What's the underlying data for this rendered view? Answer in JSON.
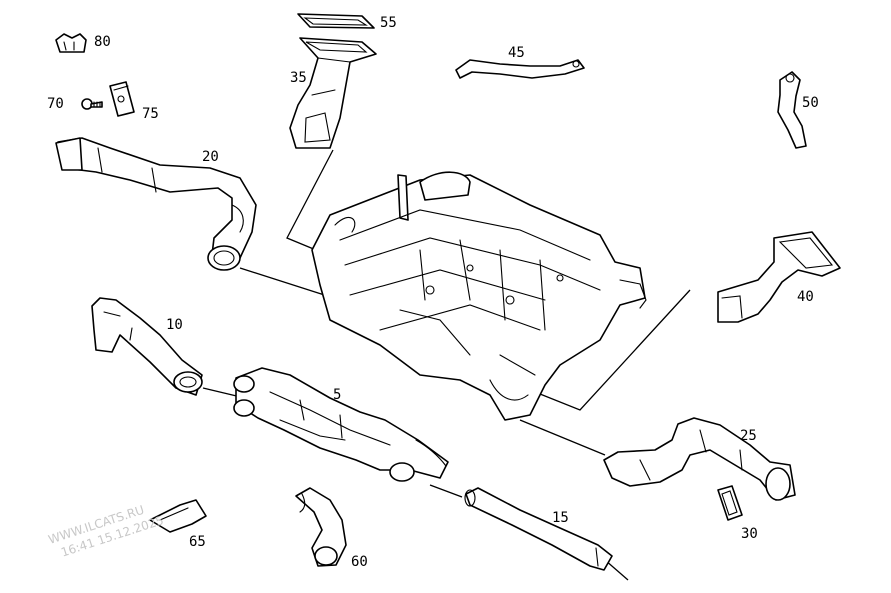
{
  "diagram": {
    "title": "Exploded parts diagram - air intake ducts and housing",
    "colors": {
      "line": "#000000",
      "background": "#ffffff",
      "watermark": "#c8c8c8"
    },
    "callouts": [
      {
        "id": "p5",
        "label": "5"
      },
      {
        "id": "p10",
        "label": "10"
      },
      {
        "id": "p15",
        "label": "15"
      },
      {
        "id": "p20",
        "label": "20"
      },
      {
        "id": "p25",
        "label": "25"
      },
      {
        "id": "p30",
        "label": "30"
      },
      {
        "id": "p35",
        "label": "35"
      },
      {
        "id": "p40",
        "label": "40"
      },
      {
        "id": "p45",
        "label": "45"
      },
      {
        "id": "p50",
        "label": "50"
      },
      {
        "id": "p55",
        "label": "55"
      },
      {
        "id": "p60",
        "label": "60"
      },
      {
        "id": "p65",
        "label": "65"
      },
      {
        "id": "p70",
        "label": "70"
      },
      {
        "id": "p75",
        "label": "75"
      },
      {
        "id": "p80",
        "label": "80"
      }
    ],
    "watermark": {
      "line1": "WWW.ILCATS.RU",
      "line2": "16:41 15.12.2025"
    }
  }
}
